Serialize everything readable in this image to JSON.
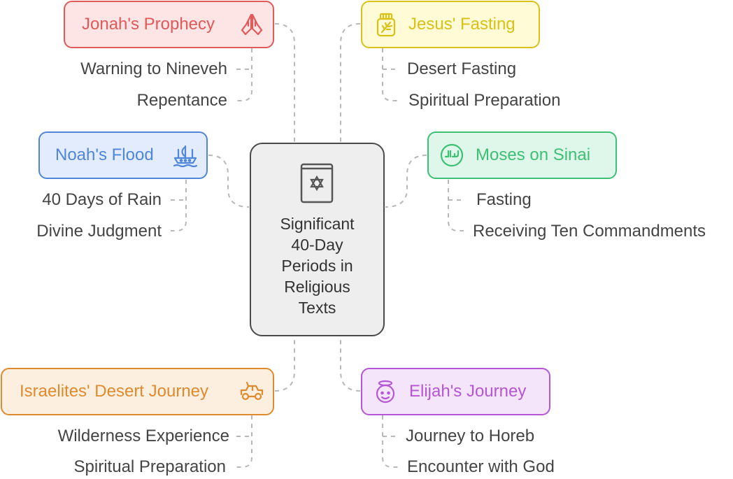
{
  "center": {
    "title": "Significant\n40-Day\nPeriods in\nReligious\nTexts",
    "icon": "book-star-of-david-icon"
  },
  "branches": {
    "jonah": {
      "title": "Jonah's Prophecy",
      "icon": "praying-hands-icon",
      "color": "#e05a5a",
      "fill": "#fde5e5",
      "items": [
        "Warning to Nineveh",
        "Repentance"
      ]
    },
    "jesus": {
      "title": "Jesus' Fasting",
      "icon": "herb-jar-icon",
      "color": "#d9c117",
      "fill": "#fefbd6",
      "items": [
        "Desert Fasting",
        "Spiritual Preparation"
      ]
    },
    "noah": {
      "title": "Noah's Flood",
      "icon": "ship-icon",
      "color": "#4f86d9",
      "fill": "#e2ecfc",
      "items": [
        "40 Days of Rain",
        "Divine Judgment"
      ]
    },
    "moses": {
      "title": "Moses on Sinai",
      "icon": "halal-badge-icon",
      "color": "#3dbf74",
      "fill": "#dff7ea",
      "items": [
        "Fasting",
        "Receiving Ten Commandments"
      ]
    },
    "israelites": {
      "title": "Israelites' Desert Journey",
      "icon": "off-road-vehicle-icon",
      "color": "#e08a2e",
      "fill": "#fdefe0",
      "items": [
        "Wilderness Experience",
        "Spiritual Preparation"
      ]
    },
    "elijah": {
      "title": "Elijah's Journey",
      "icon": "angel-face-icon",
      "color": "#b556d6",
      "fill": "#f5e5fb",
      "items": [
        "Journey to Horeb",
        "Encounter with God"
      ]
    }
  }
}
